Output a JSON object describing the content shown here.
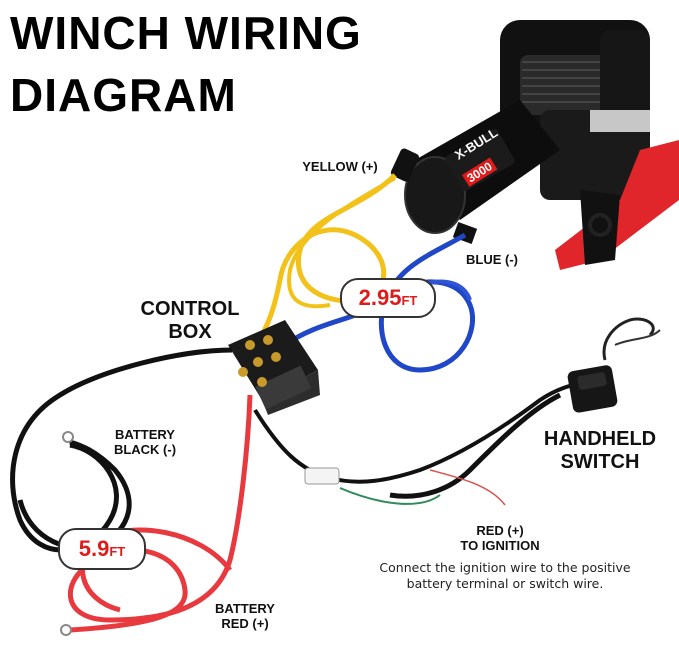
{
  "title": {
    "line1": "WINCH WIRING",
    "line2": "DIAGRAM"
  },
  "labels": {
    "yellow": "YELLOW (+)",
    "blue": "BLUE (-)",
    "control_box": [
      "CONTROL",
      "BOX"
    ],
    "handheld_switch": [
      "HANDHELD",
      "SWITCH"
    ],
    "battery_black": [
      "BATTERY",
      "BLACK (-)"
    ],
    "battery_red": [
      "BATTERY",
      "RED (+)"
    ],
    "red_ignition": [
      "RED (+)",
      "TO IGNITION"
    ]
  },
  "note": [
    "Connect the ignition wire to the positive",
    "battery terminal or switch wire."
  ],
  "lengths": {
    "upper": {
      "value": "2.95",
      "unit": "FT"
    },
    "lower": {
      "value": "5.9",
      "unit": "FT"
    }
  },
  "winch_branding": {
    "brand": "X-BULL",
    "capacity": "3000"
  },
  "colors": {
    "yellow_wire": "#f2c21b",
    "blue_wire": "#1f47c8",
    "red_wire": "#e8393f",
    "black_wire": "#111111",
    "accent_red": "#e01b1b"
  }
}
